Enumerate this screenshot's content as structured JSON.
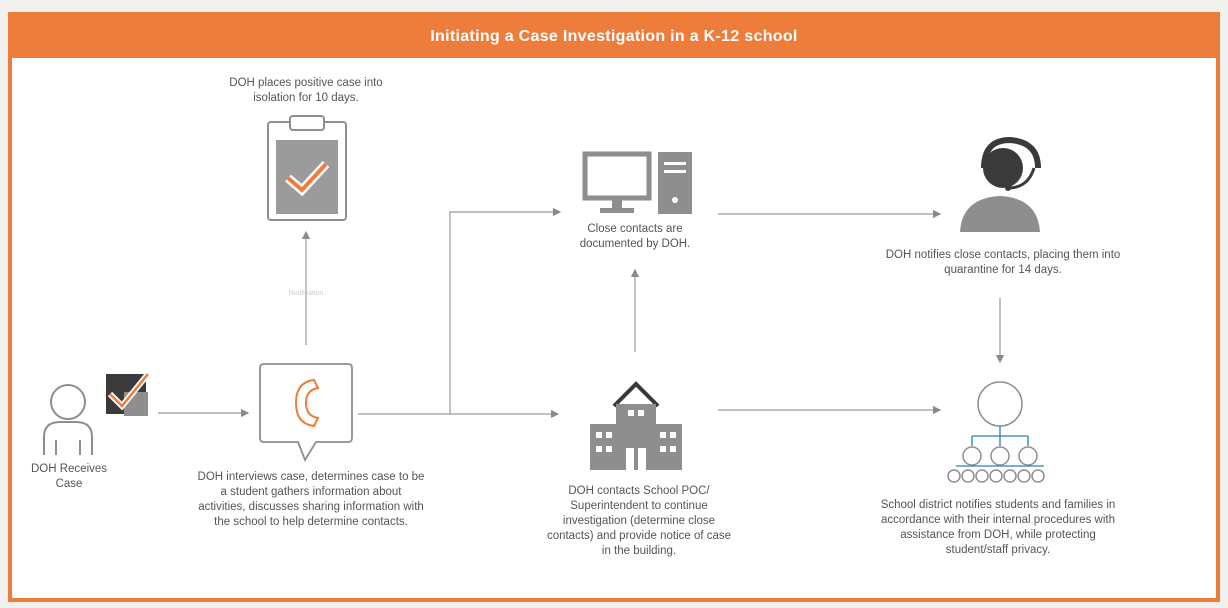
{
  "diagram": {
    "title": "Initiating a Case Investigation in a K-12 school",
    "nodes": {
      "receives_case": "DOH Receives Case",
      "isolation": "DOH places positive case into isolation for 10 days.",
      "interview": "DOH interviews case, determines case to be a student gathers information about activities, discusses sharing information with the school to help determine contacts.",
      "close_contacts": "Close contacts are documented by DOH.",
      "school_poc": "DOH contacts School POC/ Superintendent to continue investigation (determine close contacts) and provide notice of case in the building.",
      "notify_contacts": "DOH notifies close contacts, placing them into quarantine for 14 days.",
      "district": "School district notifies students and families in accordance with their internal procedures with assistance from DOH, while protecting student/staff privacy."
    },
    "arrow_note": "Notification",
    "colors": {
      "accent": "#ee7d3b",
      "icon_gray": "#8e8e8e",
      "icon_dark": "#3a3a3a",
      "network_blue": "#2a7fb0",
      "text": "#555555"
    }
  }
}
